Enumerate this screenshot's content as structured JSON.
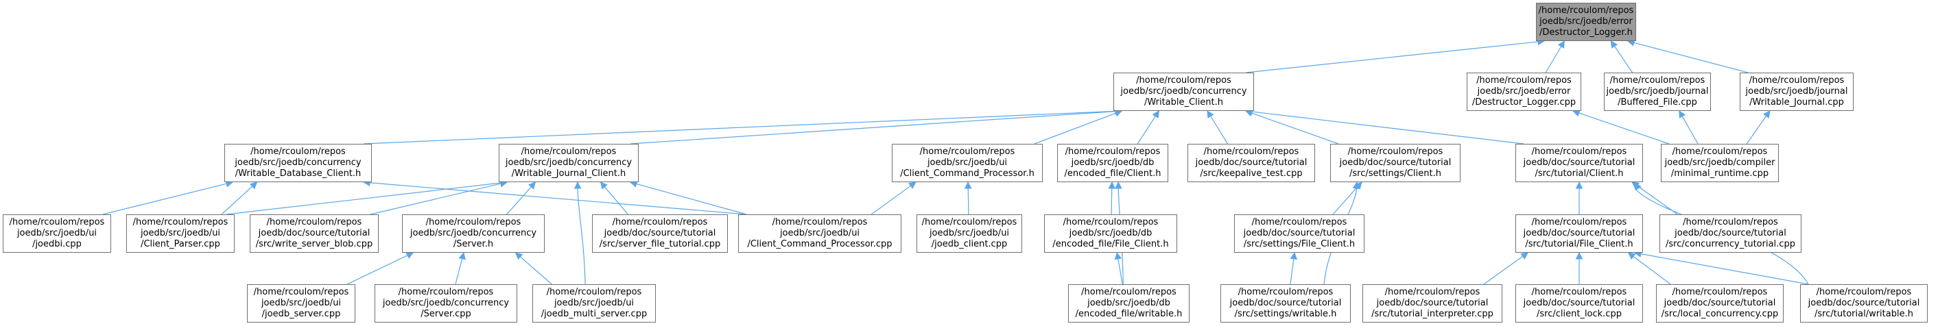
{
  "diagram": {
    "type": "include-dependency-graph",
    "colors": {
      "edge": "#5aa6ea",
      "node_border": "#6f6f6f",
      "root_fill": "#9a9a9a",
      "node_fill": "#ffffff"
    },
    "nodes": [
      {
        "id": "root",
        "label": "/home/rcoulom/repos\njoedb/src/joedb/error\n/Destructor_Logger.h"
      },
      {
        "id": "writable_client_h",
        "label": "/home/rcoulom/repos\njoedb/src/joedb/concurrency\n/Writable_Client.h"
      },
      {
        "id": "destructor_logger_cpp",
        "label": "/home/rcoulom/repos\njoedb/src/joedb/error\n/Destructor_Logger.cpp"
      },
      {
        "id": "buffered_file_cpp",
        "label": "/home/rcoulom/repos\njoedb/src/joedb/journal\n/Buffered_File.cpp"
      },
      {
        "id": "writable_journal_cpp",
        "label": "/home/rcoulom/repos\njoedb/src/joedb/journal\n/Writable_Journal.cpp"
      },
      {
        "id": "writable_database_client_h",
        "label": "/home/rcoulom/repos\njoedb/src/joedb/concurrency\n/Writable_Database_Client.h"
      },
      {
        "id": "writable_journal_client_h",
        "label": "/home/rcoulom/repos\njoedb/src/joedb/concurrency\n/Writable_Journal_Client.h"
      },
      {
        "id": "client_command_processor_h",
        "label": "/home/rcoulom/repos\njoedb/src/joedb/ui\n/Client_Command_Processor.h"
      },
      {
        "id": "encoded_file_client_h",
        "label": "/home/rcoulom/repos\njoedb/src/joedb/db\n/encoded_file/Client.h"
      },
      {
        "id": "keepalive_test_cpp",
        "label": "/home/rcoulom/repos\njoedb/doc/source/tutorial\n/src/keepalive_test.cpp"
      },
      {
        "id": "settings_client_h",
        "label": "/home/rcoulom/repos\njoedb/doc/source/tutorial\n/src/settings/Client.h"
      },
      {
        "id": "tutorial_client_h",
        "label": "/home/rcoulom/repos\njoedb/doc/source/tutorial\n/src/tutorial/Client.h"
      },
      {
        "id": "minimal_runtime_cpp",
        "label": "/home/rcoulom/repos\njoedb/src/joedb/compiler\n/minimal_runtime.cpp"
      },
      {
        "id": "joedbi_cpp",
        "label": "/home/rcoulom/repos\njoedb/src/joedb/ui\n/joedbi.cpp"
      },
      {
        "id": "client_parser_cpp",
        "label": "/home/rcoulom/repos\njoedb/src/joedb/ui\n/Client_Parser.cpp"
      },
      {
        "id": "write_server_blob_cpp",
        "label": "/home/rcoulom/repos\njoedb/doc/source/tutorial\n/src/write_server_blob.cpp"
      },
      {
        "id": "server_h",
        "label": "/home/rcoulom/repos\njoedb/src/joedb/concurrency\n/Server.h"
      },
      {
        "id": "server_file_tutorial_cpp",
        "label": "/home/rcoulom/repos\njoedb/doc/source/tutorial\n/src/server_file_tutorial.cpp"
      },
      {
        "id": "client_command_processor_cpp",
        "label": "/home/rcoulom/repos\njoedb/src/joedb/ui\n/Client_Command_Processor.cpp"
      },
      {
        "id": "joedb_client_cpp",
        "label": "/home/rcoulom/repos\njoedb/src/joedb/ui\n/joedb_client.cpp"
      },
      {
        "id": "encoded_file_file_client_h",
        "label": "/home/rcoulom/repos\njoedb/src/joedb/db\n/encoded_file/File_Client.h"
      },
      {
        "id": "settings_file_client_h",
        "label": "/home/rcoulom/repos\njoedb/doc/source/tutorial\n/src/settings/File_Client.h"
      },
      {
        "id": "tutorial_file_client_h",
        "label": "/home/rcoulom/repos\njoedb/doc/source/tutorial\n/src/tutorial/File_Client.h"
      },
      {
        "id": "concurrency_tutorial_cpp",
        "label": "/home/rcoulom/repos\njoedb/doc/source/tutorial\n/src/concurrency_tutorial.cpp"
      },
      {
        "id": "joedb_server_cpp",
        "label": "/home/rcoulom/repos\njoedb/src/joedb/ui\n/joedb_server.cpp"
      },
      {
        "id": "server_cpp",
        "label": "/home/rcoulom/repos\njoedb/src/joedb/concurrency\n/Server.cpp"
      },
      {
        "id": "joedb_multi_server_cpp",
        "label": "/home/rcoulom/repos\njoedb/src/joedb/ui\n/joedb_multi_server.cpp"
      },
      {
        "id": "encoded_file_writable_h",
        "label": "/home/rcoulom/repos\njoedb/src/joedb/db\n/encoded_file/writable.h"
      },
      {
        "id": "settings_writable_h",
        "label": "/home/rcoulom/repos\njoedb/doc/source/tutorial\n/src/settings/writable.h"
      },
      {
        "id": "tutorial_interpreter_cpp",
        "label": "/home/rcoulom/repos\njoedb/doc/source/tutorial\n/src/tutorial_interpreter.cpp"
      },
      {
        "id": "client_lock_cpp",
        "label": "/home/rcoulom/repos\njoedb/doc/source/tutorial\n/src/client_lock.cpp"
      },
      {
        "id": "local_concurrency_cpp",
        "label": "/home/rcoulom/repos\njoedb/doc/source/tutorial\n/src/local_concurrency.cpp"
      },
      {
        "id": "tutorial_writable_h",
        "label": "/home/rcoulom/repos\njoedb/doc/source/tutorial\n/src/tutorial/writable.h"
      }
    ],
    "edges": [
      {
        "from": "writable_client_h",
        "to": "root"
      },
      {
        "from": "destructor_logger_cpp",
        "to": "root"
      },
      {
        "from": "buffered_file_cpp",
        "to": "root"
      },
      {
        "from": "writable_journal_cpp",
        "to": "root"
      },
      {
        "from": "writable_database_client_h",
        "to": "writable_client_h"
      },
      {
        "from": "writable_journal_client_h",
        "to": "writable_client_h"
      },
      {
        "from": "client_command_processor_h",
        "to": "writable_client_h"
      },
      {
        "from": "encoded_file_client_h",
        "to": "writable_client_h"
      },
      {
        "from": "keepalive_test_cpp",
        "to": "writable_client_h"
      },
      {
        "from": "settings_client_h",
        "to": "writable_client_h"
      },
      {
        "from": "tutorial_client_h",
        "to": "writable_client_h"
      },
      {
        "from": "minimal_runtime_cpp",
        "to": "destructor_logger_cpp"
      },
      {
        "from": "minimal_runtime_cpp",
        "to": "buffered_file_cpp"
      },
      {
        "from": "minimal_runtime_cpp",
        "to": "writable_journal_cpp"
      },
      {
        "from": "joedbi_cpp",
        "to": "writable_database_client_h"
      },
      {
        "from": "client_parser_cpp",
        "to": "writable_database_client_h"
      },
      {
        "from": "client_command_processor_cpp",
        "to": "writable_database_client_h"
      },
      {
        "from": "client_parser_cpp",
        "to": "writable_journal_client_h"
      },
      {
        "from": "write_server_blob_cpp",
        "to": "writable_journal_client_h"
      },
      {
        "from": "server_h",
        "to": "writable_journal_client_h"
      },
      {
        "from": "server_file_tutorial_cpp",
        "to": "writable_journal_client_h"
      },
      {
        "from": "client_command_processor_cpp",
        "to": "writable_journal_client_h"
      },
      {
        "from": "joedb_multi_server_cpp",
        "to": "writable_journal_client_h"
      },
      {
        "from": "client_command_processor_cpp",
        "to": "client_command_processor_h"
      },
      {
        "from": "joedb_client_cpp",
        "to": "client_command_processor_h"
      },
      {
        "from": "encoded_file_file_client_h",
        "to": "encoded_file_client_h"
      },
      {
        "from": "encoded_file_writable_h",
        "to": "encoded_file_client_h"
      },
      {
        "from": "settings_file_client_h",
        "to": "settings_client_h"
      },
      {
        "from": "settings_writable_h",
        "to": "settings_client_h"
      },
      {
        "from": "tutorial_file_client_h",
        "to": "tutorial_client_h"
      },
      {
        "from": "concurrency_tutorial_cpp",
        "to": "tutorial_client_h"
      },
      {
        "from": "tutorial_writable_h",
        "to": "tutorial_client_h"
      },
      {
        "from": "joedb_server_cpp",
        "to": "server_h"
      },
      {
        "from": "server_cpp",
        "to": "server_h"
      },
      {
        "from": "joedb_multi_server_cpp",
        "to": "server_h"
      },
      {
        "from": "encoded_file_writable_h",
        "to": "encoded_file_file_client_h"
      },
      {
        "from": "settings_writable_h",
        "to": "settings_file_client_h"
      },
      {
        "from": "tutorial_interpreter_cpp",
        "to": "tutorial_file_client_h"
      },
      {
        "from": "client_lock_cpp",
        "to": "tutorial_file_client_h"
      },
      {
        "from": "local_concurrency_cpp",
        "to": "tutorial_file_client_h"
      },
      {
        "from": "tutorial_writable_h",
        "to": "tutorial_file_client_h"
      }
    ]
  }
}
